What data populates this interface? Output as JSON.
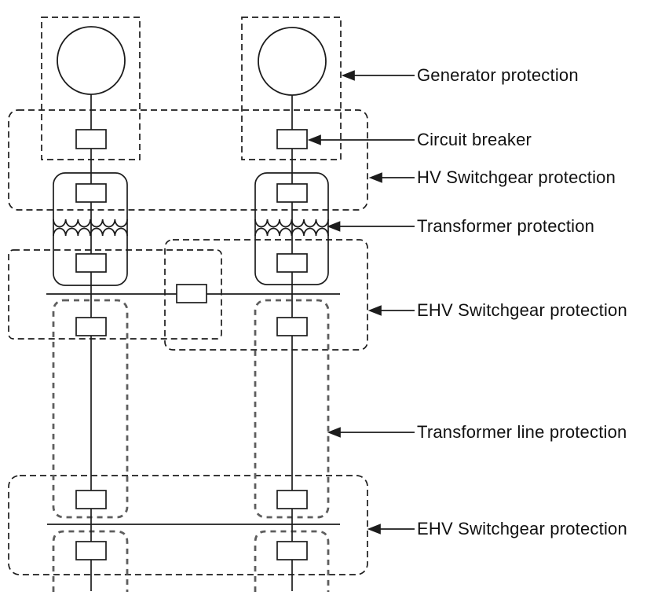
{
  "diagram": {
    "callouts": [
      {
        "text": "Generator protection"
      },
      {
        "text": "Circuit breaker"
      },
      {
        "text": "HV Switchgear protection"
      },
      {
        "text": "Transformer protection"
      },
      {
        "text": "EHV Switchgear protection"
      },
      {
        "text": "Transformer line protection"
      },
      {
        "text": "EHV Switchgear protection"
      }
    ],
    "colors": {
      "background": "#ffffff",
      "solid_line": "#1c1c1c",
      "zone_dash": "#1c1c1c",
      "line_zone_dash": "#5e5e5e",
      "text": "#111111"
    }
  }
}
